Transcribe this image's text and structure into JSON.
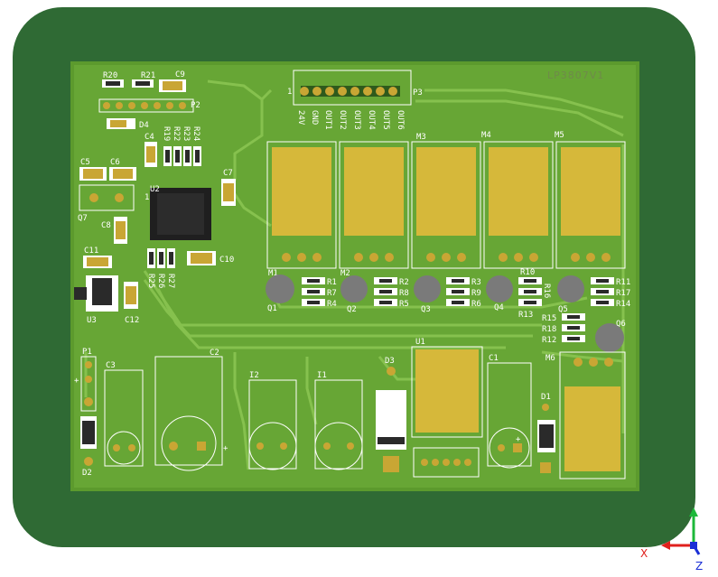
{
  "board": {
    "title": "LP3807V1",
    "colors": {
      "board_edge": "#2e6b35",
      "board_inner": "#5a9a2e",
      "copper": "#6aa83a",
      "trace": "#7ab648",
      "pad": "#c9a634",
      "silk": "#ffffff"
    }
  },
  "connector_p3": {
    "ref": "P3",
    "pin1": "1",
    "pins": [
      "24V",
      "GND",
      "OUT1",
      "OUT2",
      "OUT3",
      "OUT4",
      "OUT5",
      "OUT6"
    ]
  },
  "labels": {
    "R20": "R20",
    "R21": "R21",
    "C9": "C9",
    "P2": "P2",
    "D4": "D4",
    "C4": "C4",
    "R19": "R19",
    "R22": "R22",
    "R23": "R23",
    "R24": "R24",
    "C5": "C5",
    "C6": "C6",
    "C7": "C7",
    "U2": "U2",
    "U2_pin1": "1",
    "Q7": "Q7",
    "C8": "C8",
    "C11": "C11",
    "C10": "C10",
    "R25": "R25",
    "R26": "R26",
    "R27": "R27",
    "U3": "U3",
    "C12": "C12",
    "M1": "M1",
    "M2": "M2",
    "M3": "M3",
    "M4": "M4",
    "M5": "M5",
    "M6": "M6",
    "R1": "R1",
    "R7": "R7",
    "R4": "R4",
    "R2": "R2",
    "R8": "R8",
    "R5": "R5",
    "R3": "R3",
    "R9": "R9",
    "R6": "R6",
    "R10": "R10",
    "R16": "R16",
    "R13": "R13",
    "R11": "R11",
    "R17": "R17",
    "R14": "R14",
    "R15": "R15",
    "R18": "R18",
    "R12": "R12",
    "Q1": "Q1",
    "Q2": "Q2",
    "Q3": "Q3",
    "Q4": "Q4",
    "Q5": "Q5",
    "Q6": "Q6",
    "U1": "U1",
    "P1": "P1",
    "C3": "C3",
    "C2": "C2",
    "C1": "C1",
    "I2": "I2",
    "I1": "I1",
    "D3": "D3",
    "D1": "D1",
    "D2": "D2",
    "plus": "+"
  },
  "axes_gizmo": {
    "x": "X",
    "z": "Z",
    "colors": {
      "x": "#e0201c",
      "y": "#1db83a",
      "z": "#1a2fd6"
    }
  }
}
